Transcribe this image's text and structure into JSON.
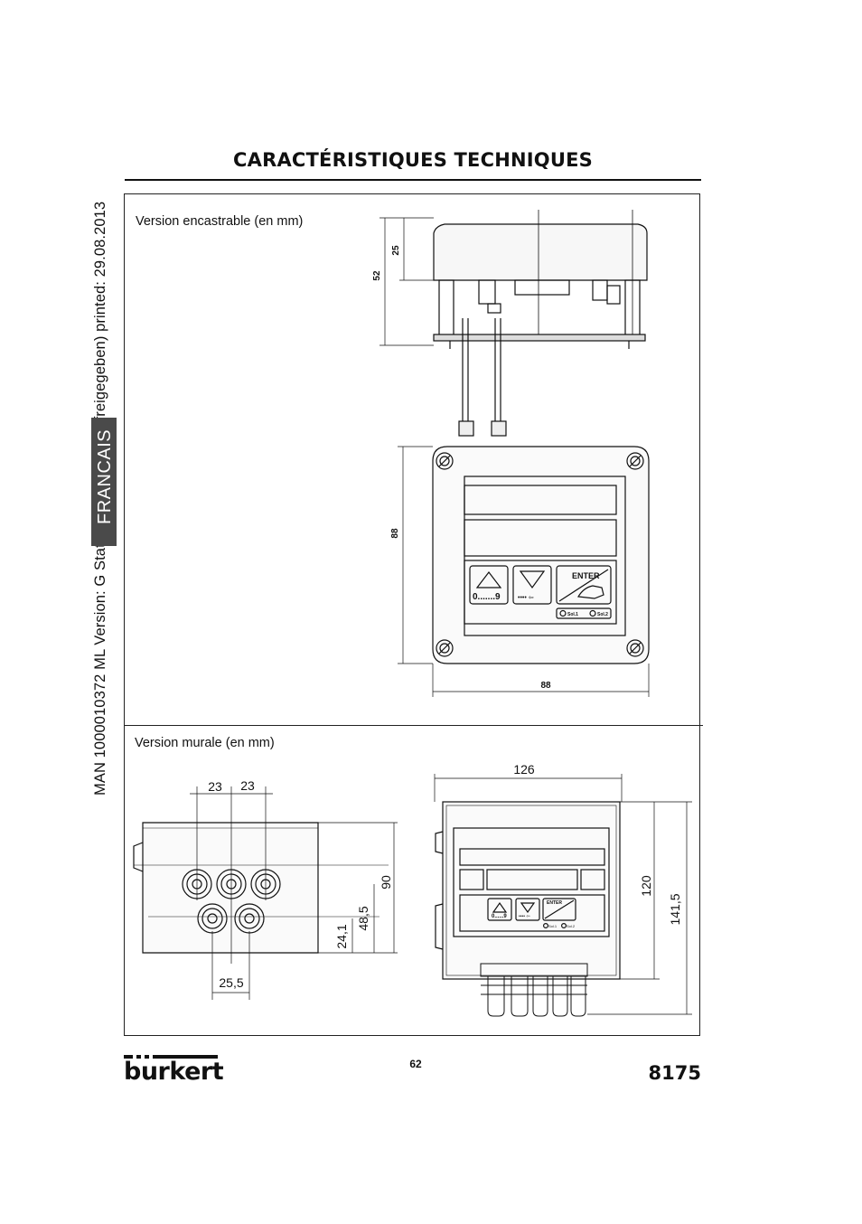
{
  "header": {
    "title": "CARACTÉRISTIQUES TECHNIQUES"
  },
  "side": {
    "meta": "MAN  1000010372  ML  Version: G  Status: RL (released | freigegeben)  printed: 29.08.2013",
    "language_tab": "FRANCAIS"
  },
  "panel_top": {
    "caption": "Version encastrable (en mm)",
    "dims": {
      "overall_height": "52",
      "cover_height": "25",
      "front_height": "88",
      "front_width": "88"
    },
    "keypad": {
      "enter": "ENTER",
      "digits": "0.......9",
      "arrow": "•••• ⇦",
      "led1": "Sol.1",
      "led2": "Sol.2"
    }
  },
  "panel_bottom": {
    "caption": "Version murale (en mm)",
    "dims": {
      "pitch_left": "23",
      "pitch_right": "23",
      "pitch_bottom": "25,5",
      "row_upper": "48,5",
      "row_lower": "24,1",
      "body_height": "90",
      "front_width": "126",
      "front_height": "120",
      "total_height": "141,5"
    },
    "keypad": {
      "enter": "ENTER",
      "digits": "0......9",
      "arrow": "•••• ⇦",
      "led1": "Sol.1",
      "led2": "Sol.2"
    }
  },
  "footer": {
    "brand": "burkert",
    "page_number": "62",
    "model": "8175"
  }
}
